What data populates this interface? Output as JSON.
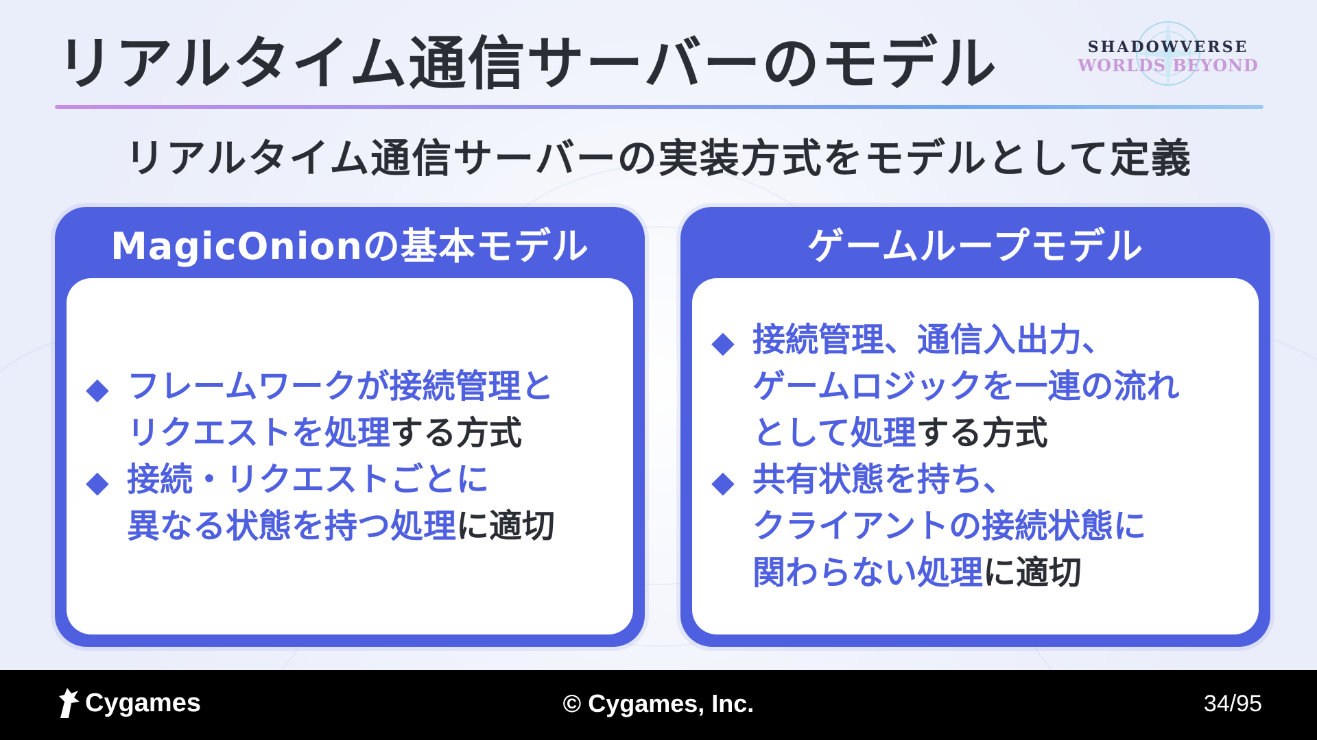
{
  "slide": {
    "title": "リアルタイム通信サーバーのモデル",
    "subtitle": "リアルタイム通信サーバーの実装方式をモデルとして定義",
    "logo": {
      "line1": "SHADOWVERSE",
      "line2": "WORLDS BEYOND"
    }
  },
  "panels": [
    {
      "header": "MagicOnionの基本モデル",
      "bullets": [
        {
          "lines": [
            {
              "highlight": "フレームワークが接続管理と",
              "plain": ""
            },
            {
              "highlight": "リクエストを処理",
              "plain": "する方式"
            }
          ]
        },
        {
          "lines": [
            {
              "highlight": "接続・リクエストごとに",
              "plain": ""
            },
            {
              "highlight": "異なる状態を持つ処理",
              "plain": "に適切"
            }
          ]
        }
      ]
    },
    {
      "header": "ゲームループモデル",
      "bullets": [
        {
          "lines": [
            {
              "highlight": "接続管理、通信入出力、",
              "plain": ""
            },
            {
              "highlight": "ゲームロジックを一連の流れ",
              "plain": ""
            },
            {
              "highlight": "として処理",
              "plain": "する方式"
            }
          ]
        },
        {
          "lines": [
            {
              "highlight": "共有状態を持ち、",
              "plain": ""
            },
            {
              "highlight": "クライアントの接続状態に",
              "plain": ""
            },
            {
              "highlight": "関わらない処理",
              "plain": "に適切"
            }
          ]
        }
      ]
    }
  ],
  "footer": {
    "brand": "Cygames",
    "copyright": "© Cygames, Inc.",
    "page": "34/95"
  },
  "colors": {
    "accent": "#4e5fe0",
    "text": "#2a2d33",
    "footer_bg": "#000000"
  },
  "icons": {
    "bullet": "diamond-icon",
    "brand": "cygames-logo-icon"
  }
}
